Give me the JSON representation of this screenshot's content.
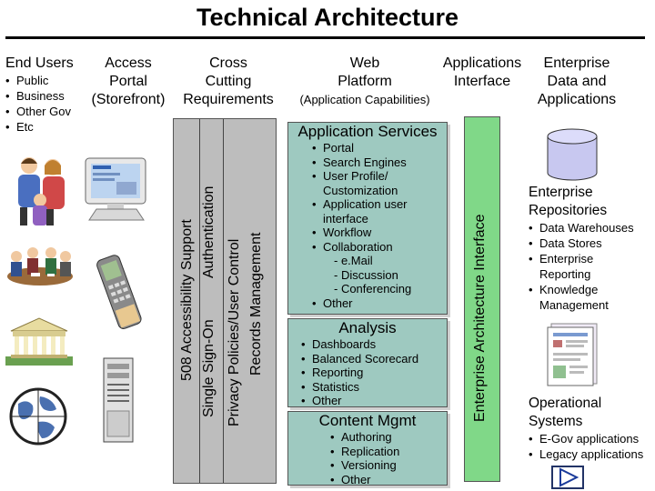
{
  "title": "Technical Architecture",
  "columns": {
    "access_portal": [
      "Access",
      "Portal",
      "(Storefront)"
    ],
    "cross_cutting": [
      "Cross",
      "Cutting",
      "Requirements"
    ],
    "web_platform": [
      "Web",
      "Platform",
      "(Application Capabilities)"
    ],
    "applications_interface": [
      "Applications",
      "Interface"
    ],
    "enterprise_data": [
      "Enterprise",
      "Data and",
      "Applications"
    ]
  },
  "end_users": {
    "heading": "End Users",
    "items": [
      "Public",
      "Business",
      "Other Gov",
      "Etc"
    ]
  },
  "cross_cutting_items": [
    "508 Accessibility Support",
    "Single Sign-On",
    "Authentication",
    "Privacy Policies/User Control",
    "Records Management"
  ],
  "application_services": {
    "heading": "Application Services",
    "items": [
      {
        "text": "Portal",
        "style": "bullet"
      },
      {
        "text": "Search Engines",
        "style": "bullet"
      },
      {
        "text": "User Profile/",
        "style": "bullet"
      },
      {
        "text": "Customization",
        "style": "indent"
      },
      {
        "text": "Application user",
        "style": "bullet"
      },
      {
        "text": "interface",
        "style": "indent"
      },
      {
        "text": "Workflow",
        "style": "bullet"
      },
      {
        "text": "Collaboration",
        "style": "bullet"
      },
      {
        "text": "- e.Mail",
        "style": "dash"
      },
      {
        "text": "- Discussion",
        "style": "dash"
      },
      {
        "text": "- Conferencing",
        "style": "dash"
      },
      {
        "text": "Other",
        "style": "bullet"
      }
    ]
  },
  "analysis": {
    "heading": "Analysis",
    "items": [
      "Dashboards",
      "Balanced Scorecard",
      "Reporting",
      "Statistics",
      "Other"
    ]
  },
  "content_mgmt": {
    "heading": "Content Mgmt",
    "items": [
      "Authoring",
      "Replication",
      "Versioning",
      "Other"
    ]
  },
  "enterprise_architecture_interface": "Enterprise Architecture Interface",
  "enterprise_repositories": {
    "heading": [
      "Enterprise",
      "Repositories"
    ],
    "items": [
      "Data Warehouses",
      "Data Stores",
      "Enterprise",
      "Reporting",
      "Knowledge",
      "Management"
    ],
    "styles": [
      "bullet",
      "bullet",
      "bullet",
      "indent",
      "bullet",
      "indent"
    ]
  },
  "operational_systems": {
    "heading": [
      "Operational",
      "Systems"
    ],
    "items": [
      "E-Gov applications",
      "Legacy applications"
    ]
  },
  "colors": {
    "app_box": "#9ec9c0",
    "cross_cutting_band": "#bdbdbd",
    "interface_band": "#80d888",
    "database": "#c8c8f0"
  },
  "icons": [
    "family-icon",
    "meeting-icon",
    "government-building-icon",
    "globe-icon",
    "computer-monitor-icon",
    "mobile-phone-icon",
    "server-tower-icon",
    "database-cylinder-icon",
    "report-document-icon",
    "play-button-icon"
  ]
}
